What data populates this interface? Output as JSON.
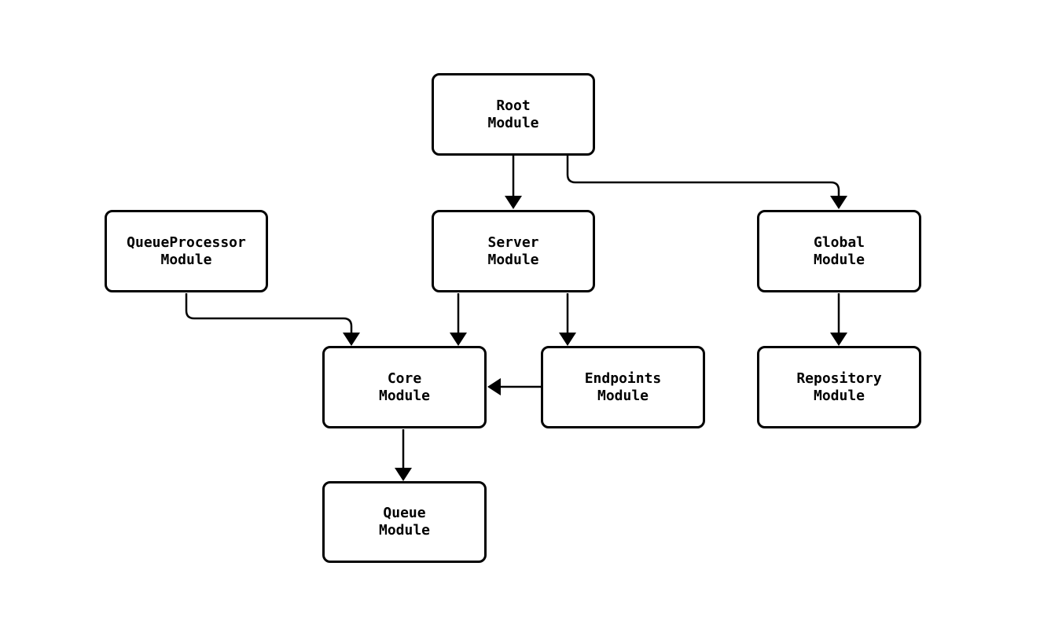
{
  "diagram": {
    "type": "module-dependency-graph",
    "background_color": "#ffffff",
    "node_fill_color": "#ffffff",
    "stroke_color": "#000000",
    "nodes": {
      "root": {
        "line1": "Root",
        "line2": "Module"
      },
      "queueprocessor": {
        "line1": "QueueProcessor",
        "line2": "Module"
      },
      "server": {
        "line1": "Server",
        "line2": "Module"
      },
      "global": {
        "line1": "Global",
        "line2": "Module"
      },
      "core": {
        "line1": "Core",
        "line2": "Module"
      },
      "endpoints": {
        "line1": "Endpoints",
        "line2": "Module"
      },
      "repository": {
        "line1": "Repository",
        "line2": "Module"
      },
      "queue": {
        "line1": "Queue",
        "line2": "Module"
      }
    },
    "edges": [
      {
        "from": "Root Module",
        "to": "Server Module"
      },
      {
        "from": "Root Module",
        "to": "Global Module"
      },
      {
        "from": "QueueProcessor Module",
        "to": "Core Module"
      },
      {
        "from": "Server Module",
        "to": "Core Module"
      },
      {
        "from": "Server Module",
        "to": "Endpoints Module"
      },
      {
        "from": "Endpoints Module",
        "to": "Core Module"
      },
      {
        "from": "Global Module",
        "to": "Repository Module"
      },
      {
        "from": "Core Module",
        "to": "Queue Module"
      }
    ]
  }
}
